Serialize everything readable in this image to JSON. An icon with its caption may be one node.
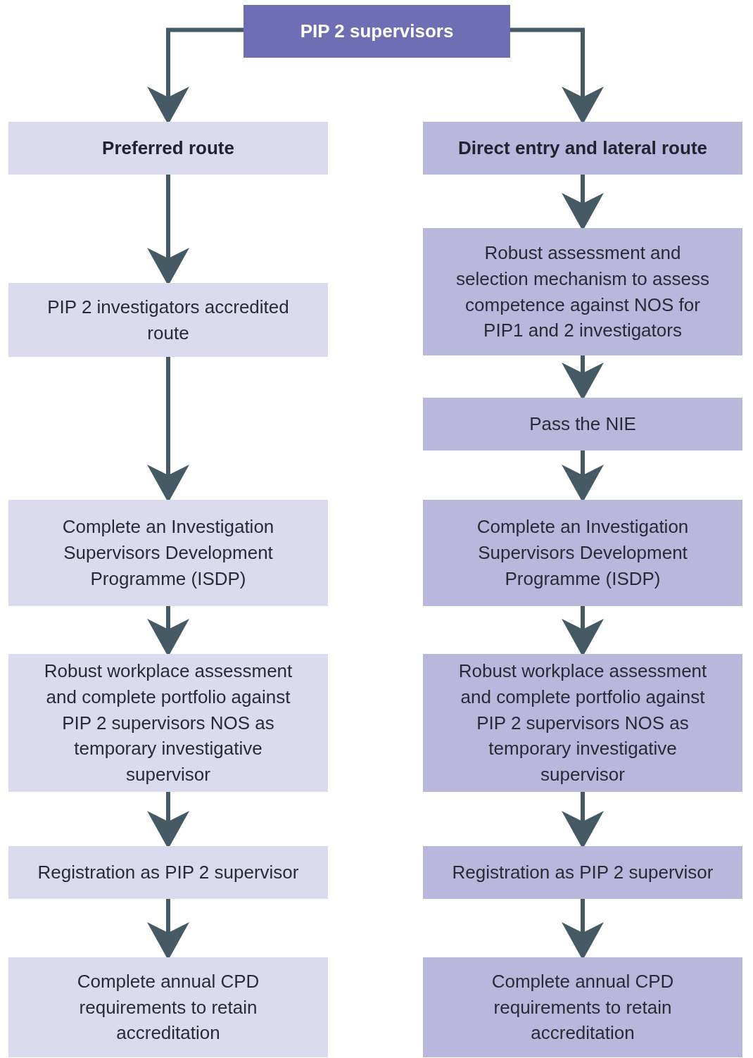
{
  "diagram": {
    "nodes": [
      {
        "text": [
          "PIP 2 supervisors"
        ]
      },
      {
        "text": [
          "Preferred route"
        ]
      },
      {
        "text": [
          "Direct entry and lateral route"
        ]
      },
      {
        "text": [
          "PIP 2 investigators accredited route"
        ]
      },
      {
        "text": [
          "Robust assessment and selection mechanism to assess competence against NOS for PIP1 and 2 investigators"
        ]
      },
      {
        "text": [
          "Pass the NIE"
        ]
      },
      {
        "text": [
          "Complete an Investigation Supervisors Development Programme (ISDP)"
        ]
      },
      {
        "text": [
          "Complete an Investigation Supervisors Development Programme (ISDP)"
        ]
      },
      {
        "text": [
          "Robust workplace assessment and complete portfolio against PIP 2 supervisors NOS as temporary investigative supervisor"
        ]
      },
      {
        "text": [
          "Robust workplace assessment and complete portfolio against PIP 2 supervisors NOS as temporary investigative supervisor"
        ]
      },
      {
        "text": [
          "Registration as PIP 2 supervisor"
        ]
      },
      {
        "text": [
          "Registration as PIP 2 supervisor"
        ]
      },
      {
        "text": [
          "Complete annual CPD requirements to retain accreditation"
        ]
      },
      {
        "text": [
          "Complete annual CPD requirements to retain accreditation"
        ]
      }
    ],
    "edges": [
      {
        "from": 0,
        "to": 1,
        "arrow": "to"
      },
      {
        "from": 0,
        "to": 2,
        "arrow": "to"
      },
      {
        "from": 1,
        "to": 3,
        "arrow": "to"
      },
      {
        "from": 3,
        "to": 6,
        "arrow": "to"
      },
      {
        "from": 6,
        "to": 8,
        "arrow": "to"
      },
      {
        "from": 8,
        "to": 10,
        "arrow": "to"
      },
      {
        "from": 10,
        "to": 12,
        "arrow": "to"
      },
      {
        "from": 2,
        "to": 4,
        "arrow": "to"
      },
      {
        "from": 4,
        "to": 5,
        "arrow": "to"
      },
      {
        "from": 5,
        "to": 7,
        "arrow": "to"
      },
      {
        "from": 7,
        "to": 9,
        "arrow": "to"
      },
      {
        "from": 9,
        "to": 11,
        "arrow": "to"
      },
      {
        "from": 11,
        "to": 13,
        "arrow": "to"
      }
    ]
  }
}
